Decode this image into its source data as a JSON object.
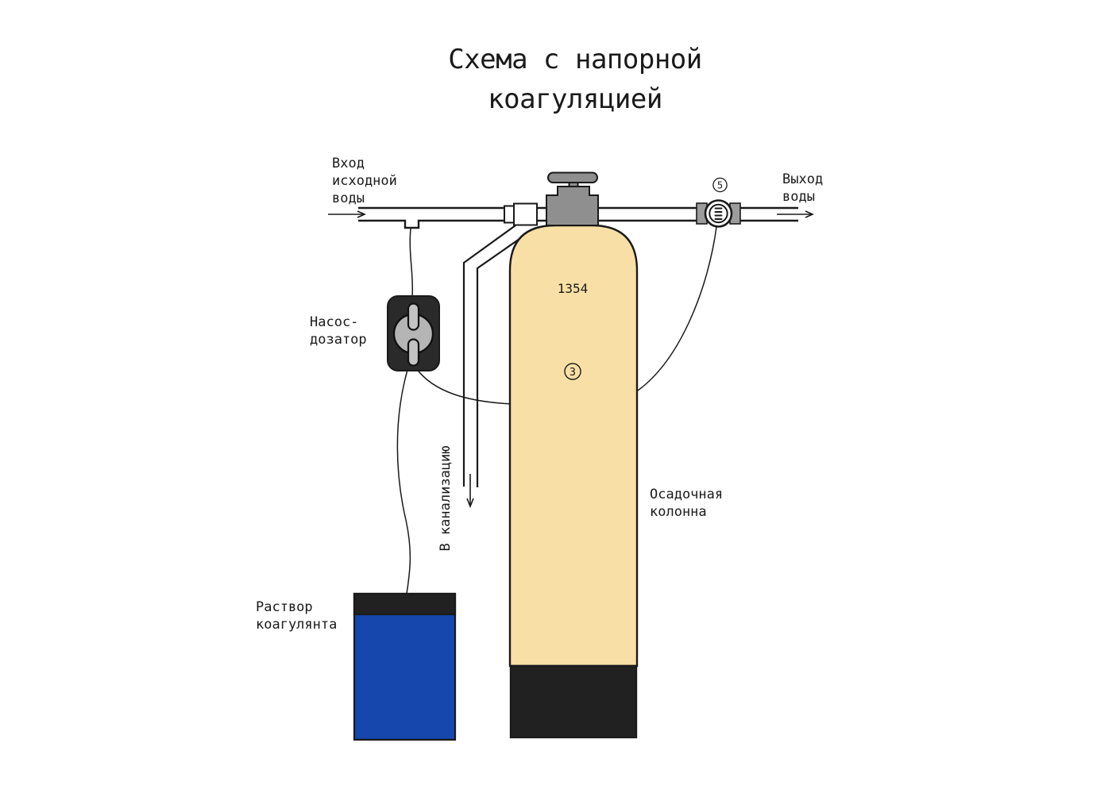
{
  "title": {
    "line1": "Схема с напорной",
    "line2": "коагуляцией"
  },
  "labels": {
    "inlet": [
      "Вход",
      "исходной",
      "воды"
    ],
    "outlet": [
      "Выход",
      "воды"
    ],
    "dosing_pump": [
      "Насос-",
      "дозатор"
    ],
    "drain": "В канализацию",
    "column": [
      "Осадочная",
      "колонна"
    ],
    "coagulant": [
      "Раствор",
      "коагулянта"
    ]
  },
  "tank": {
    "model": "1354",
    "badge": "3"
  },
  "meter": {
    "badge": "5"
  },
  "colors": {
    "background": "#ffffff",
    "line": "#1a1a1a",
    "tank_fill": "#f8dfa5",
    "tank_base": "#212121",
    "valve_gray": "#8f8f8f",
    "flange_gray": "#9c9c9c",
    "pump_body": "#2a2a2a",
    "pump_circle": "#b5b5b5",
    "pump_pill": "#c3c3c3",
    "container_blue": "#1547ac",
    "container_lid": "#212121"
  }
}
